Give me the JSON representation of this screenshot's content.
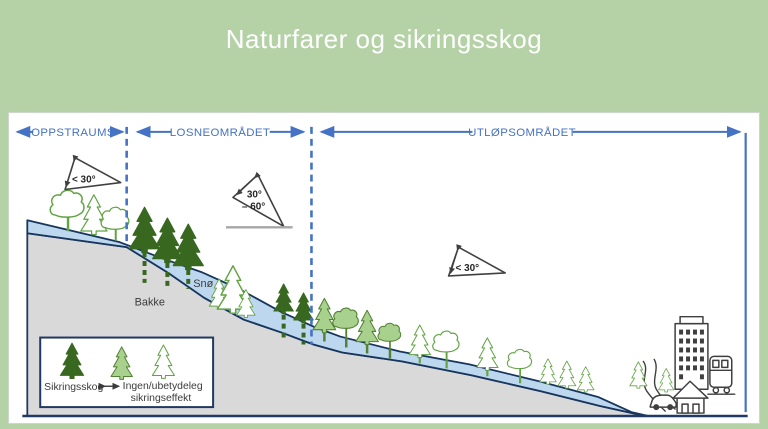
{
  "title": "Naturfarer og sikringsskog",
  "zones": {
    "oppstraums": {
      "label": "OPPSTRAUMS",
      "angle": "< 30°"
    },
    "losne": {
      "label": "LOSNEOMRÅDET",
      "angle_line1": "30°",
      "angle_line2": "– 60°"
    },
    "utlop": {
      "label": "UTLØPSOMRÅDET",
      "angle": "< 30°"
    }
  },
  "terrain": {
    "snow": "Snø",
    "ground": "Bakke"
  },
  "legend": {
    "protective_forest": "Sikringsskog",
    "no_effect_line1": "Ingen/ubetydeleg",
    "no_effect_line2": "sikringseffekt"
  },
  "icons": {
    "legend_trees": [
      "conifer-dark-icon",
      "conifer-medium-icon",
      "conifer-outline-icon"
    ],
    "city_icons": [
      "building-icon",
      "train-icon",
      "house-icon",
      "car-icon",
      "road-icon"
    ]
  },
  "colors": {
    "background": "#b4d2a6",
    "panel": "#ffffff",
    "accent_blue": "#4472c4",
    "navy_outline": "#1f3864",
    "snow_blue": "#bdd7ee",
    "ground_gray": "#d9d9d9",
    "dark_green": "#38681f",
    "medium_green": "#a9d18e",
    "outline_green": "#62a344"
  }
}
